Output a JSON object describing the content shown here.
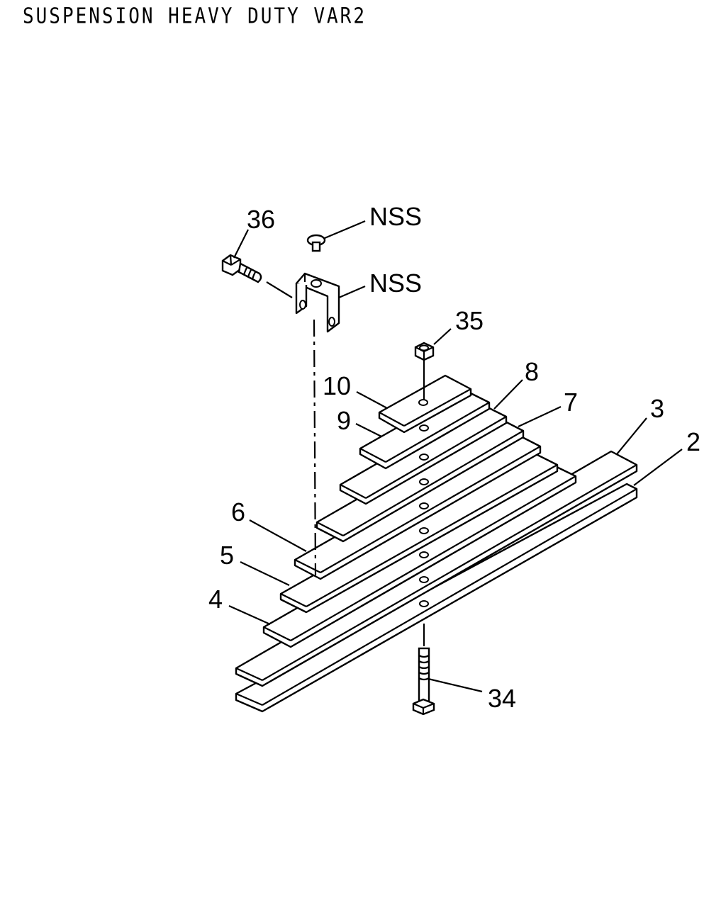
{
  "diagram": {
    "title": "SUSPENSION HEAVY DUTY VAR2",
    "callouts": {
      "c36": "36",
      "cNSS_cap": "NSS",
      "cNSS_bracket": "NSS",
      "c35": "35",
      "c10": "10",
      "c8": "8",
      "c9": "9",
      "c7": "7",
      "c3": "3",
      "c2": "2",
      "c6": "6",
      "c5": "5",
      "c4": "4",
      "c34": "34"
    }
  }
}
